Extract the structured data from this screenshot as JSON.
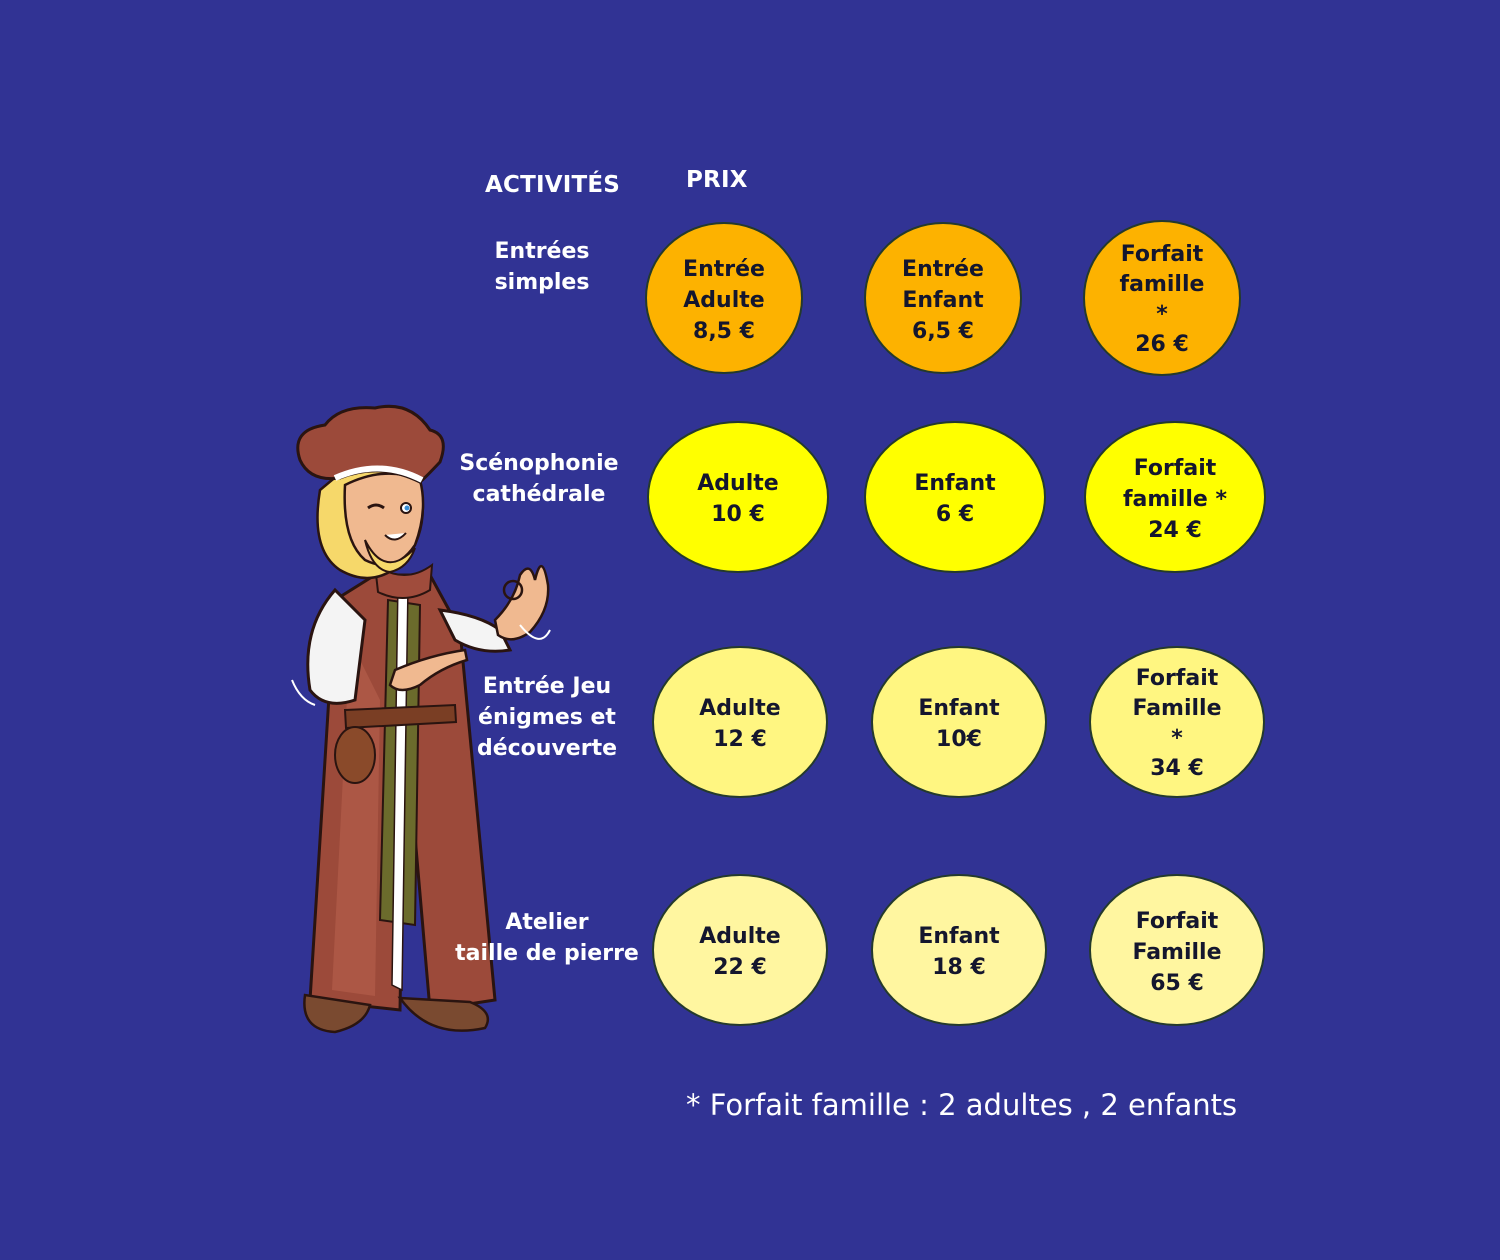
{
  "colors": {
    "background": "#313394",
    "row1": "#fdb200",
    "row2": "#ffff00",
    "row3": "#fff681",
    "row4": "#fff6a0",
    "text_dark": "#14162e",
    "text_light": "#ffffff"
  },
  "headers": {
    "activites": "ACTIVITÉS",
    "prix": "PRIX"
  },
  "rows": [
    {
      "label": [
        "Entrées",
        "simples"
      ],
      "prices": [
        [
          "Entrée",
          "Adulte",
          "8,5 €"
        ],
        [
          "Entrée",
          "Enfant",
          "6,5 €"
        ],
        [
          "Forfait",
          "famille",
          "*",
          "26 €"
        ]
      ]
    },
    {
      "label": [
        "Scénophonie",
        "cathédrale"
      ],
      "prices": [
        [
          "Adulte",
          "10 €"
        ],
        [
          "Enfant",
          "6 €"
        ],
        [
          "Forfait",
          "famille *",
          "24 €"
        ]
      ]
    },
    {
      "label": [
        "Entrée Jeu",
        "énigmes et",
        "découverte"
      ],
      "prices": [
        [
          "Adulte",
          "12 €"
        ],
        [
          "Enfant",
          "10€"
        ],
        [
          "Forfait",
          "Famille",
          "*",
          "34 €"
        ]
      ]
    },
    {
      "label": [
        "Atelier",
        "taille de pierre"
      ],
      "prices": [
        [
          "Adulte",
          "22 €"
        ],
        [
          "Enfant",
          "18 €"
        ],
        [
          "Forfait",
          "Famille",
          "65 €"
        ]
      ]
    }
  ],
  "footnote": "* Forfait famille : 2 adultes , 2 enfants",
  "character_icon": "medieval-guide-character-icon"
}
